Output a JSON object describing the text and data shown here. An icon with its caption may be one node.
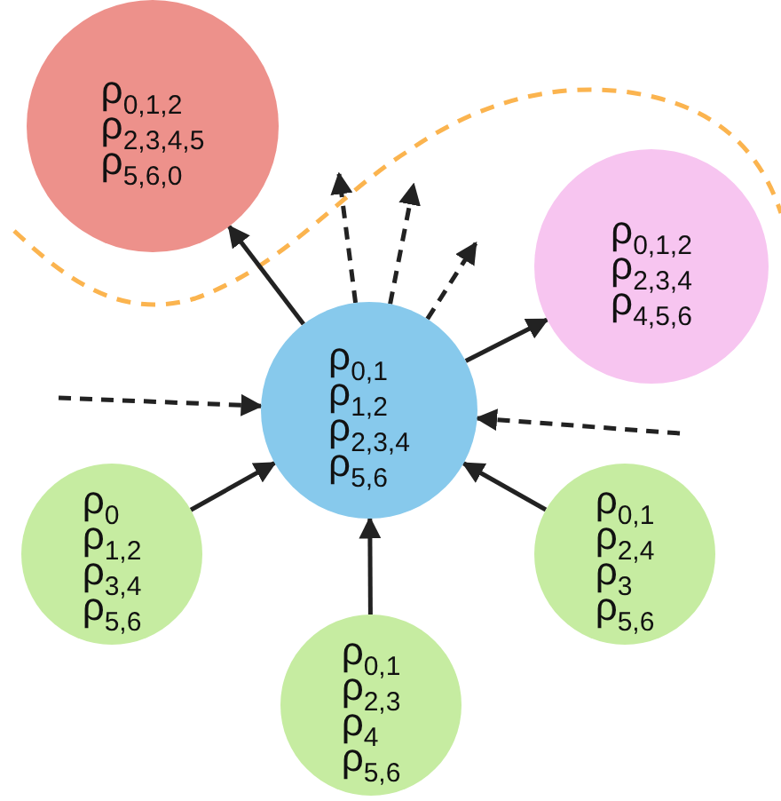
{
  "diagram": {
    "nodes": [
      {
        "text": [
          "ρ$_{0,1,2}$",
          "ρ$_{2,3,4,5}$",
          "ρ$_{5,6,0}$"
        ]
      },
      {
        "text": [
          "ρ$_{0,1,2}$",
          "ρ$_{2,3,4}$",
          "ρ$_{4,5,6}$"
        ]
      },
      {
        "text": [
          "ρ$_{0,1}$",
          "ρ$_{1,2}$",
          "ρ$_{2,3,4}$",
          "ρ$_{5,6}$"
        ]
      },
      {
        "text": [
          "ρ$_{0}$",
          "ρ$_{1,2}$",
          "ρ$_{3,4}$",
          "ρ$_{5,6}$"
        ]
      },
      {
        "text": [
          "ρ$_{0,1}$",
          "ρ$_{2,4}$",
          "ρ$_{3}$",
          "ρ$_{5,6}$"
        ]
      },
      {
        "text": [
          "ρ$_{0,1}$",
          "ρ$_{2,3}$",
          "ρ$_{4}$",
          "ρ$_{5,6}$"
        ]
      }
    ],
    "edges": [
      {
        "from": 2,
        "to": 0,
        "arrow": "to"
      },
      {
        "from": 2,
        "to": 1,
        "arrow": "to"
      },
      {
        "from": 2,
        "to": null,
        "arrow": "to",
        "style": "dashed"
      },
      {
        "from": 2,
        "to": null,
        "arrow": "to",
        "style": "dashed"
      },
      {
        "from": 2,
        "to": null,
        "arrow": "to",
        "style": "dashed"
      },
      {
        "from": null,
        "to": 2,
        "arrow": "to",
        "style": "dashed"
      },
      {
        "from": null,
        "to": 2,
        "arrow": "to",
        "style": "dashed"
      },
      {
        "from": 3,
        "to": 2,
        "arrow": "to"
      },
      {
        "from": 4,
        "to": 2,
        "arrow": "to"
      },
      {
        "from": 5,
        "to": 2,
        "arrow": "to"
      }
    ]
  }
}
